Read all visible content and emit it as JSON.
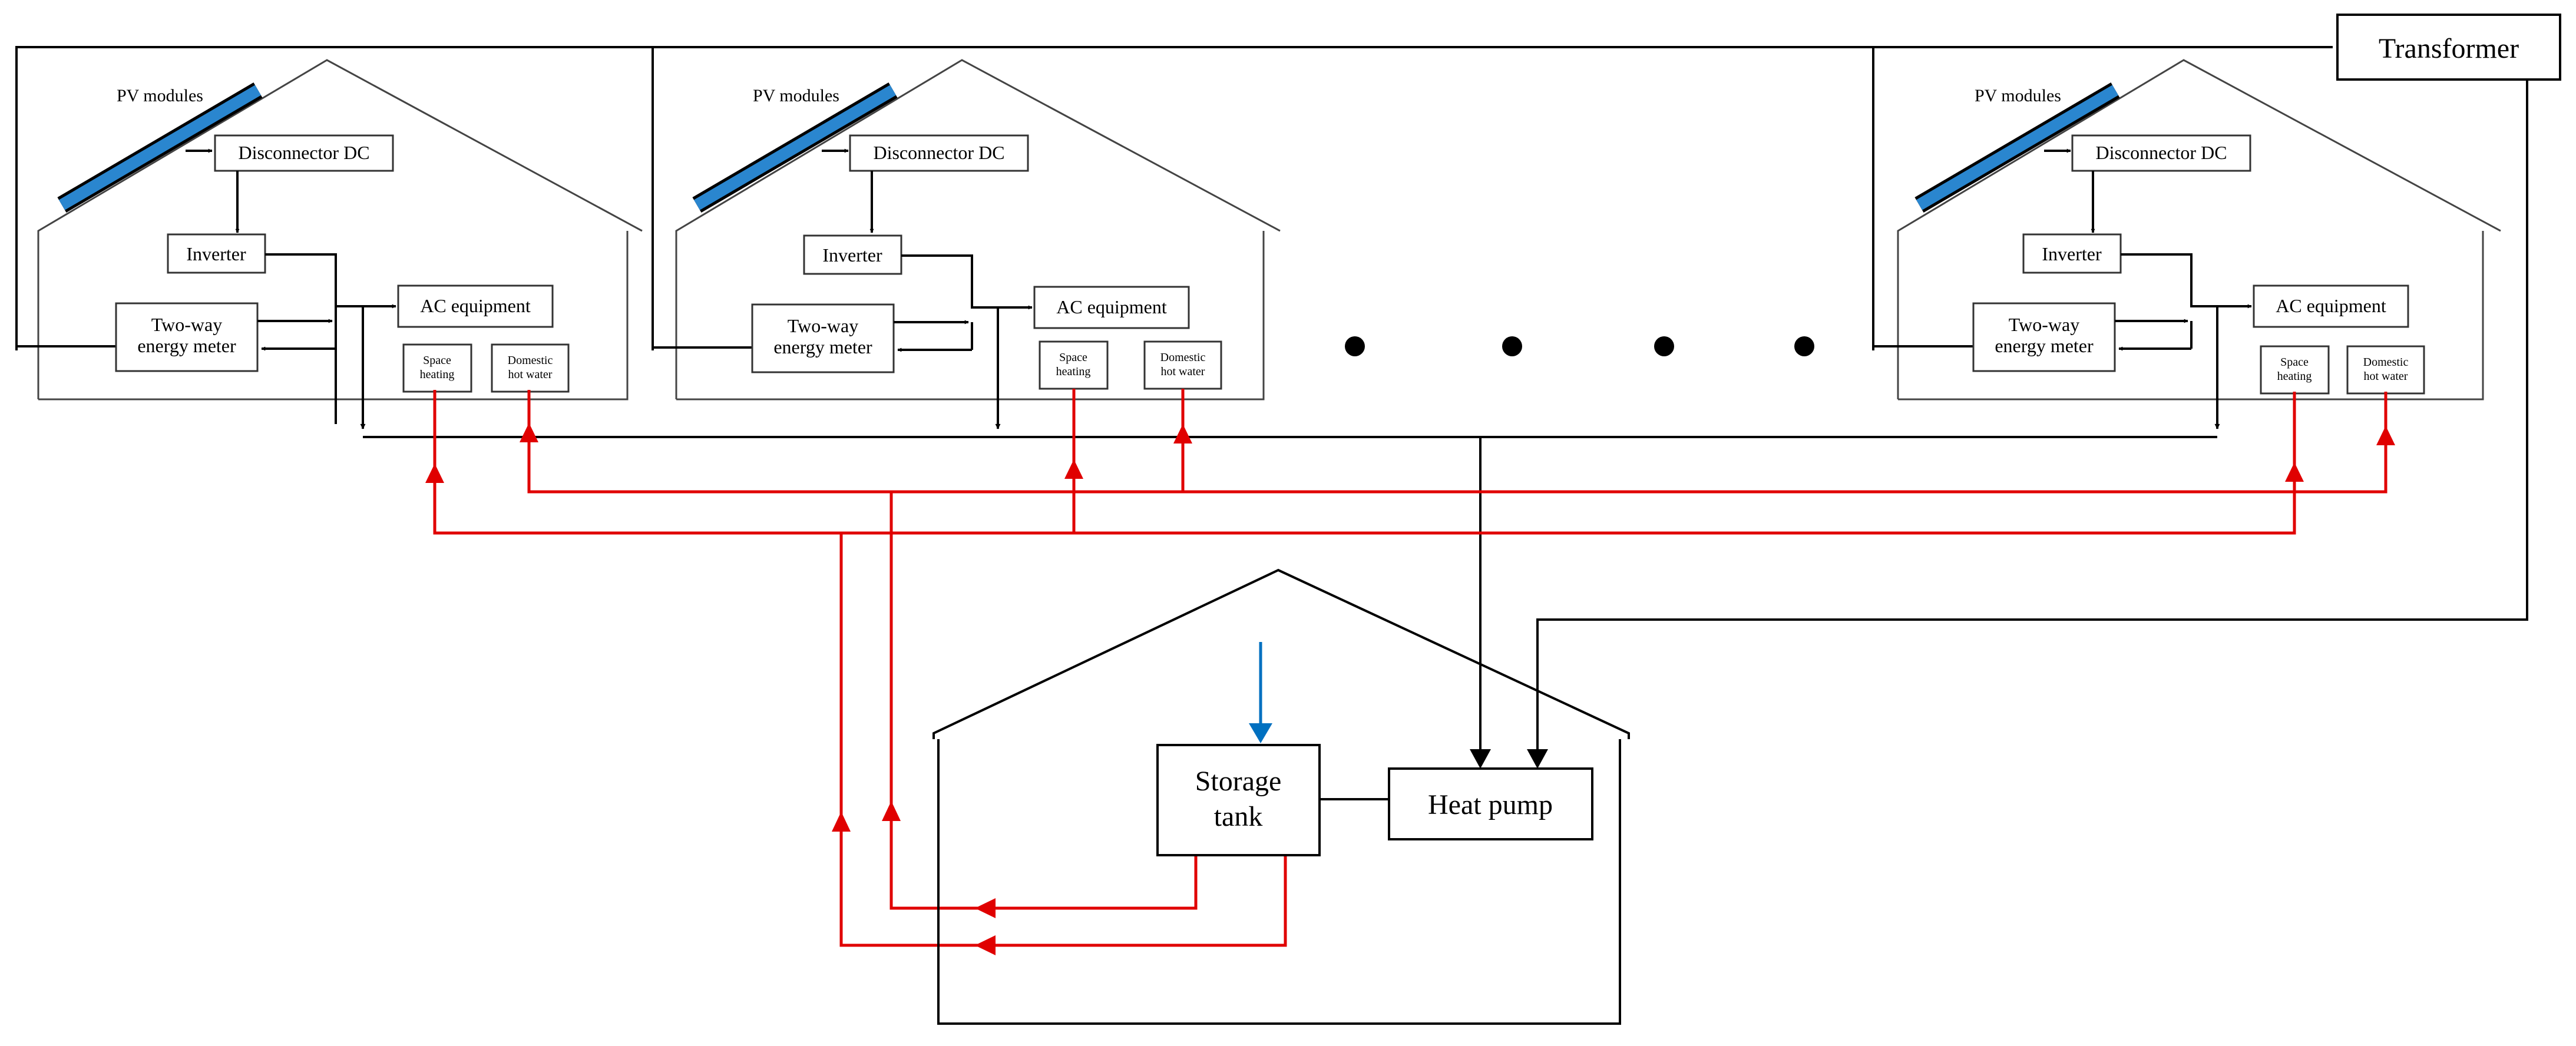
{
  "labels": {
    "transformer": "Transformer",
    "pv_modules": "PV modules",
    "disconnector_dc": "Disconnector DC",
    "inverter": "Inverter",
    "two_way_line1": "Two-way",
    "two_way_line2": "energy meter",
    "ac_equipment": "AC equipment",
    "space_line1": "Space",
    "space_line2": "heating",
    "dhw_line1": "Domestic",
    "dhw_line2": "hot water",
    "storage_line1": "Storage",
    "storage_line2": "tank",
    "heat_pump": "Heat pump"
  },
  "colors": {
    "electric": "#000000",
    "heat": "#e00000",
    "cold_water": "#0070c0",
    "pv_panel": "#2a86cf"
  },
  "houses": 3,
  "ellipsis_dots": 4
}
